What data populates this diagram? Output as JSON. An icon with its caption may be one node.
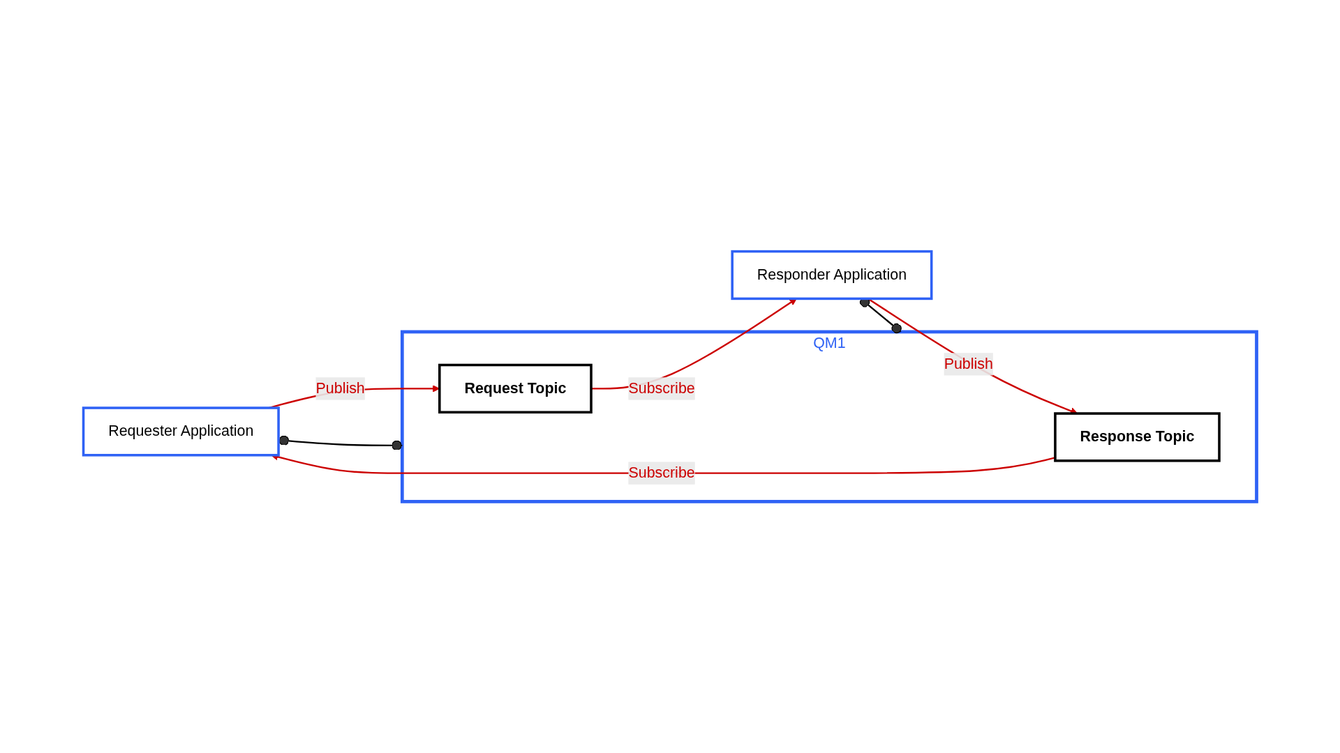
{
  "diagram": {
    "nodes": [
      {
        "text": [
          "QM1"
        ]
      },
      {
        "text": [
          "Request Topic"
        ],
        "in": 0
      },
      {
        "text": [
          "Response Topic"
        ],
        "in": 0
      },
      {
        "text": [
          "Requester Application"
        ]
      },
      {
        "text": [
          "Responder Application"
        ]
      }
    ],
    "edges": [
      {
        "from": 3,
        "to": 1,
        "arrow": "to",
        "label": "Publish"
      },
      {
        "from": 1,
        "to": 4,
        "arrow": "to",
        "label": "Subscribe"
      },
      {
        "from": 4,
        "to": 2,
        "arrow": "to",
        "label": "Publish"
      },
      {
        "from": 2,
        "to": 3,
        "arrow": "to",
        "label": "Subscribe"
      },
      {
        "from": 3,
        "to": 0,
        "arrow": "other",
        "color": "#000000"
      },
      {
        "from": 0,
        "to": 4,
        "arrow": "other",
        "color": "#000000"
      }
    ]
  }
}
